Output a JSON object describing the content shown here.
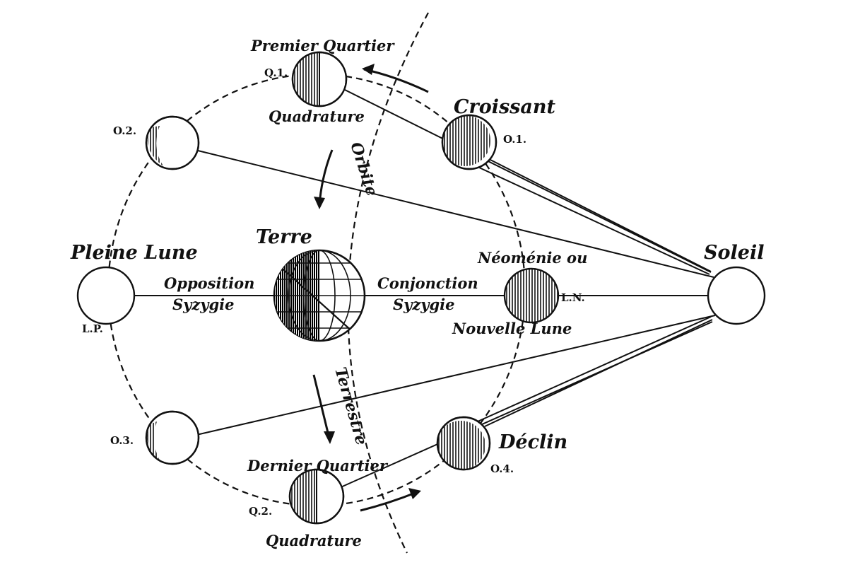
{
  "labels": {
    "premier_quartier": "Premier Quartier",
    "quadrature_top": "Quadrature",
    "croissant": "Croissant",
    "pleine_lune": "Pleine Lune",
    "opposition": "Opposition",
    "syzygie_left": "Syzygie",
    "terre": "Terre",
    "conjonction": "Conjonction",
    "syzygie_right": "Syzygie",
    "neomenie": "Néoménie ou",
    "nouvelle_lune": "Nouvelle Lune",
    "soleil": "Soleil",
    "dernier_quartier": "Dernier Quartier",
    "quadrature_bottom": "Quadrature",
    "declin": "Déclin",
    "orbite": "Orbite",
    "terrestre": "Terrestre"
  },
  "codes": {
    "q1": "Q.1.",
    "o2": "O.2.",
    "o1": "O.1.",
    "lp": "L.P.",
    "ln": "L.N.",
    "o3": "O.3.",
    "o4": "O.4.",
    "q2": "Q.2."
  }
}
